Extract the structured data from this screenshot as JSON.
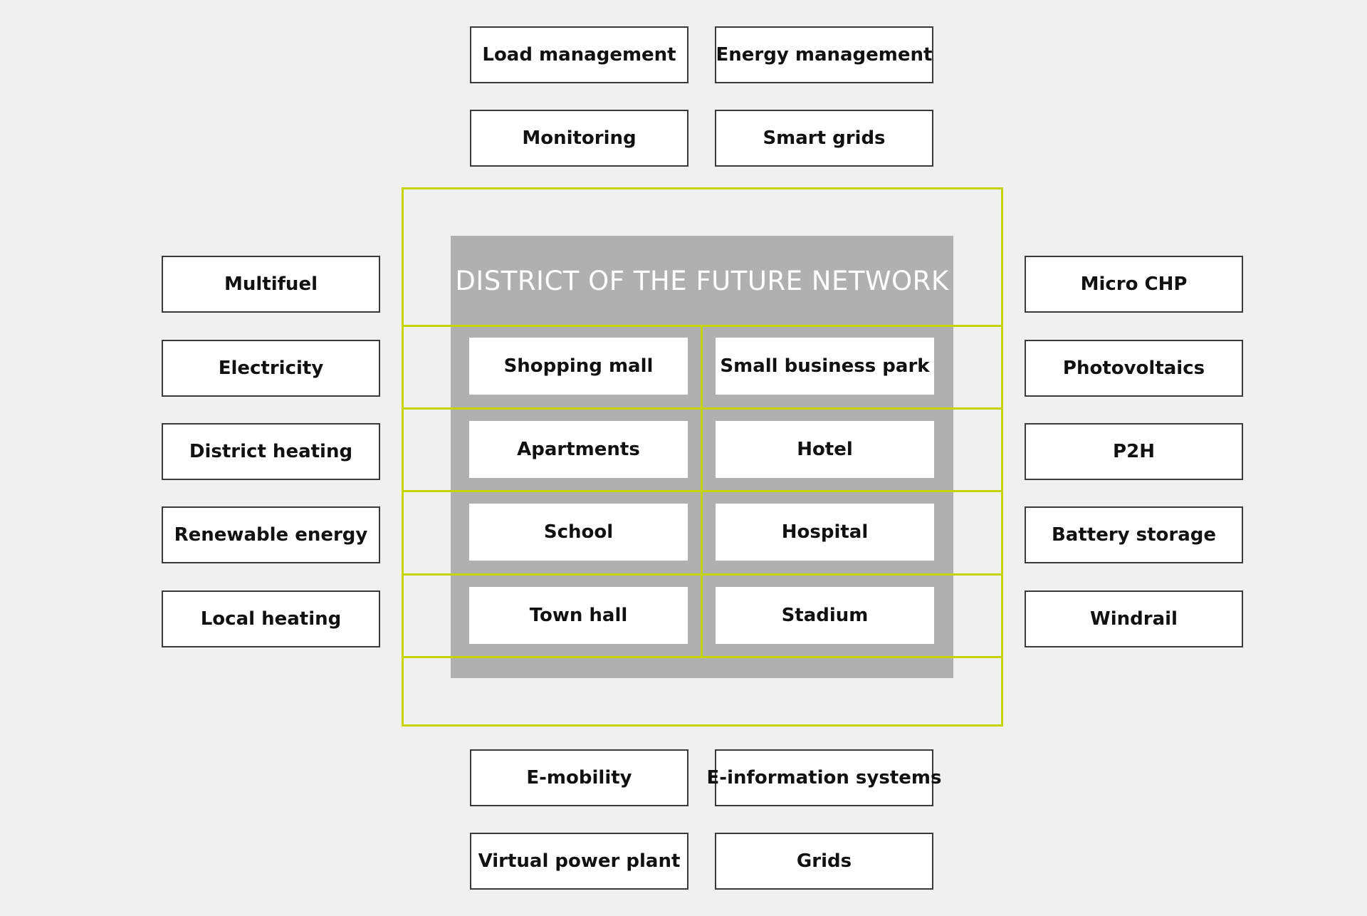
{
  "diagram": {
    "title": "DISTRICT OF THE FUTURE NETWORK",
    "top_services": [
      "Load management",
      "Energy management",
      "Monitoring",
      "Smart grids"
    ],
    "left_sources": [
      "Multifuel",
      "Electricity",
      "District heating",
      "Renewable energy",
      "Local heating"
    ],
    "right_technologies": [
      "Micro CHP",
      "Photovoltaics",
      "P2H",
      "Battery storage",
      "Windrail"
    ],
    "district_buildings": [
      "Shopping mall",
      "Small business park",
      "Apartments",
      "Hotel",
      "School",
      "Hospital",
      "Town hall",
      "Stadium"
    ],
    "bottom_services": [
      "E-mobility",
      "E-information systems",
      "Virtual power plant",
      "Grids"
    ]
  },
  "colors": {
    "background": "#f0f0f0",
    "frame_accent": "#c5d300",
    "panel": "#b0b0b0",
    "box_border": "#3a3a3a"
  }
}
